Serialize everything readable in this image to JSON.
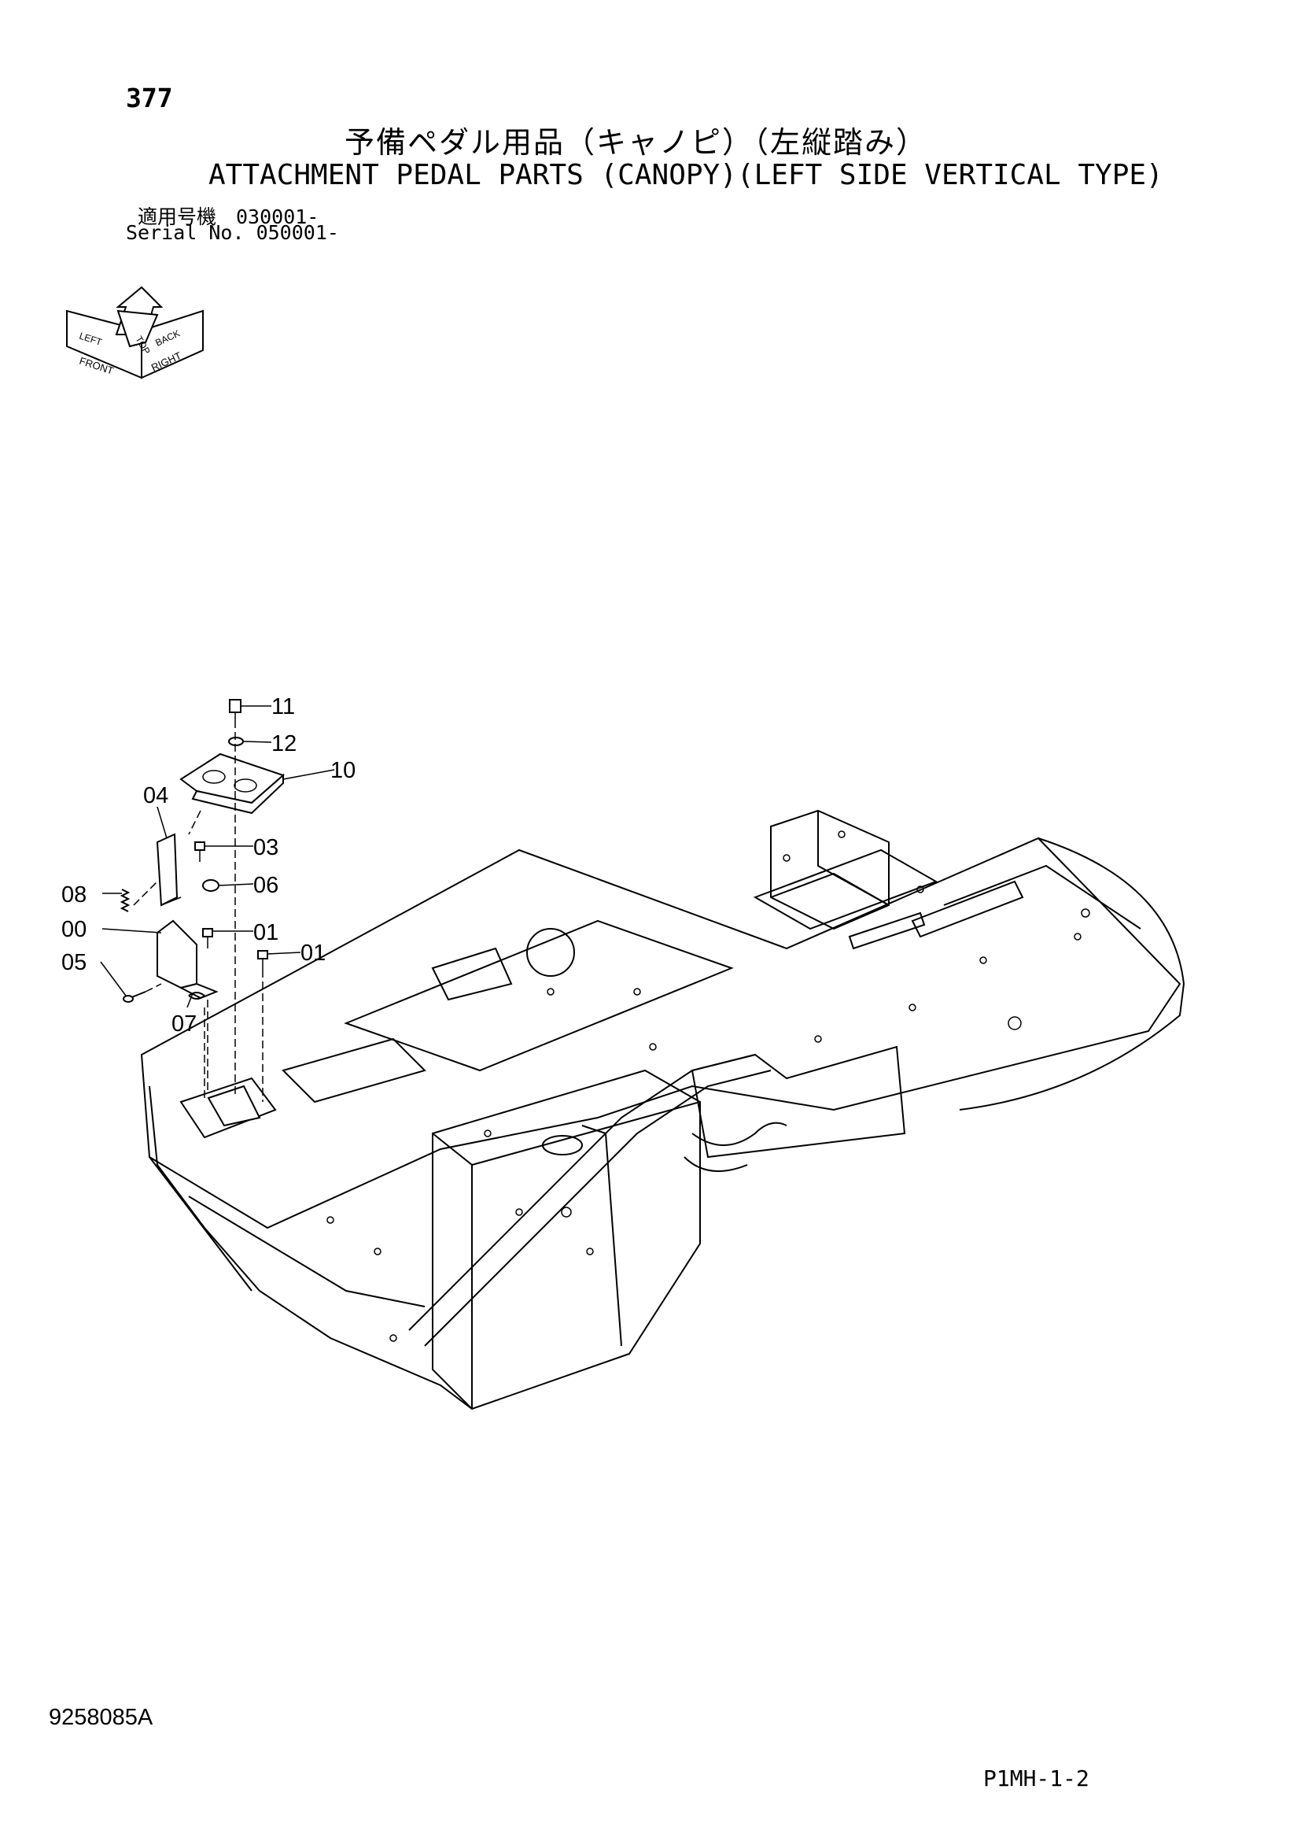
{
  "page_number": "377",
  "title_japanese": "予備ペダル用品（キャノピ）（左縦踏み）",
  "title_english": "ATTACHMENT PEDAL PARTS (CANOPY)(LEFT SIDE VERTICAL TYPE)",
  "serial_japanese": "適用号機　030001-",
  "serial_english": "Serial No. 050001-",
  "orientation_icon": {
    "labels": [
      "FRONT",
      "RIGHT",
      "TOP",
      "BACK",
      "LEFT"
    ]
  },
  "part_labels": {
    "p11": "11",
    "p12": "12",
    "p10": "10",
    "p04": "04",
    "p03": "03",
    "p08": "08",
    "p06": "06",
    "p00": "00",
    "p01a": "01",
    "p01b": "01",
    "p05": "05",
    "p07": "07"
  },
  "document_number": "9258085A",
  "page_code": "P1MH-1-2"
}
